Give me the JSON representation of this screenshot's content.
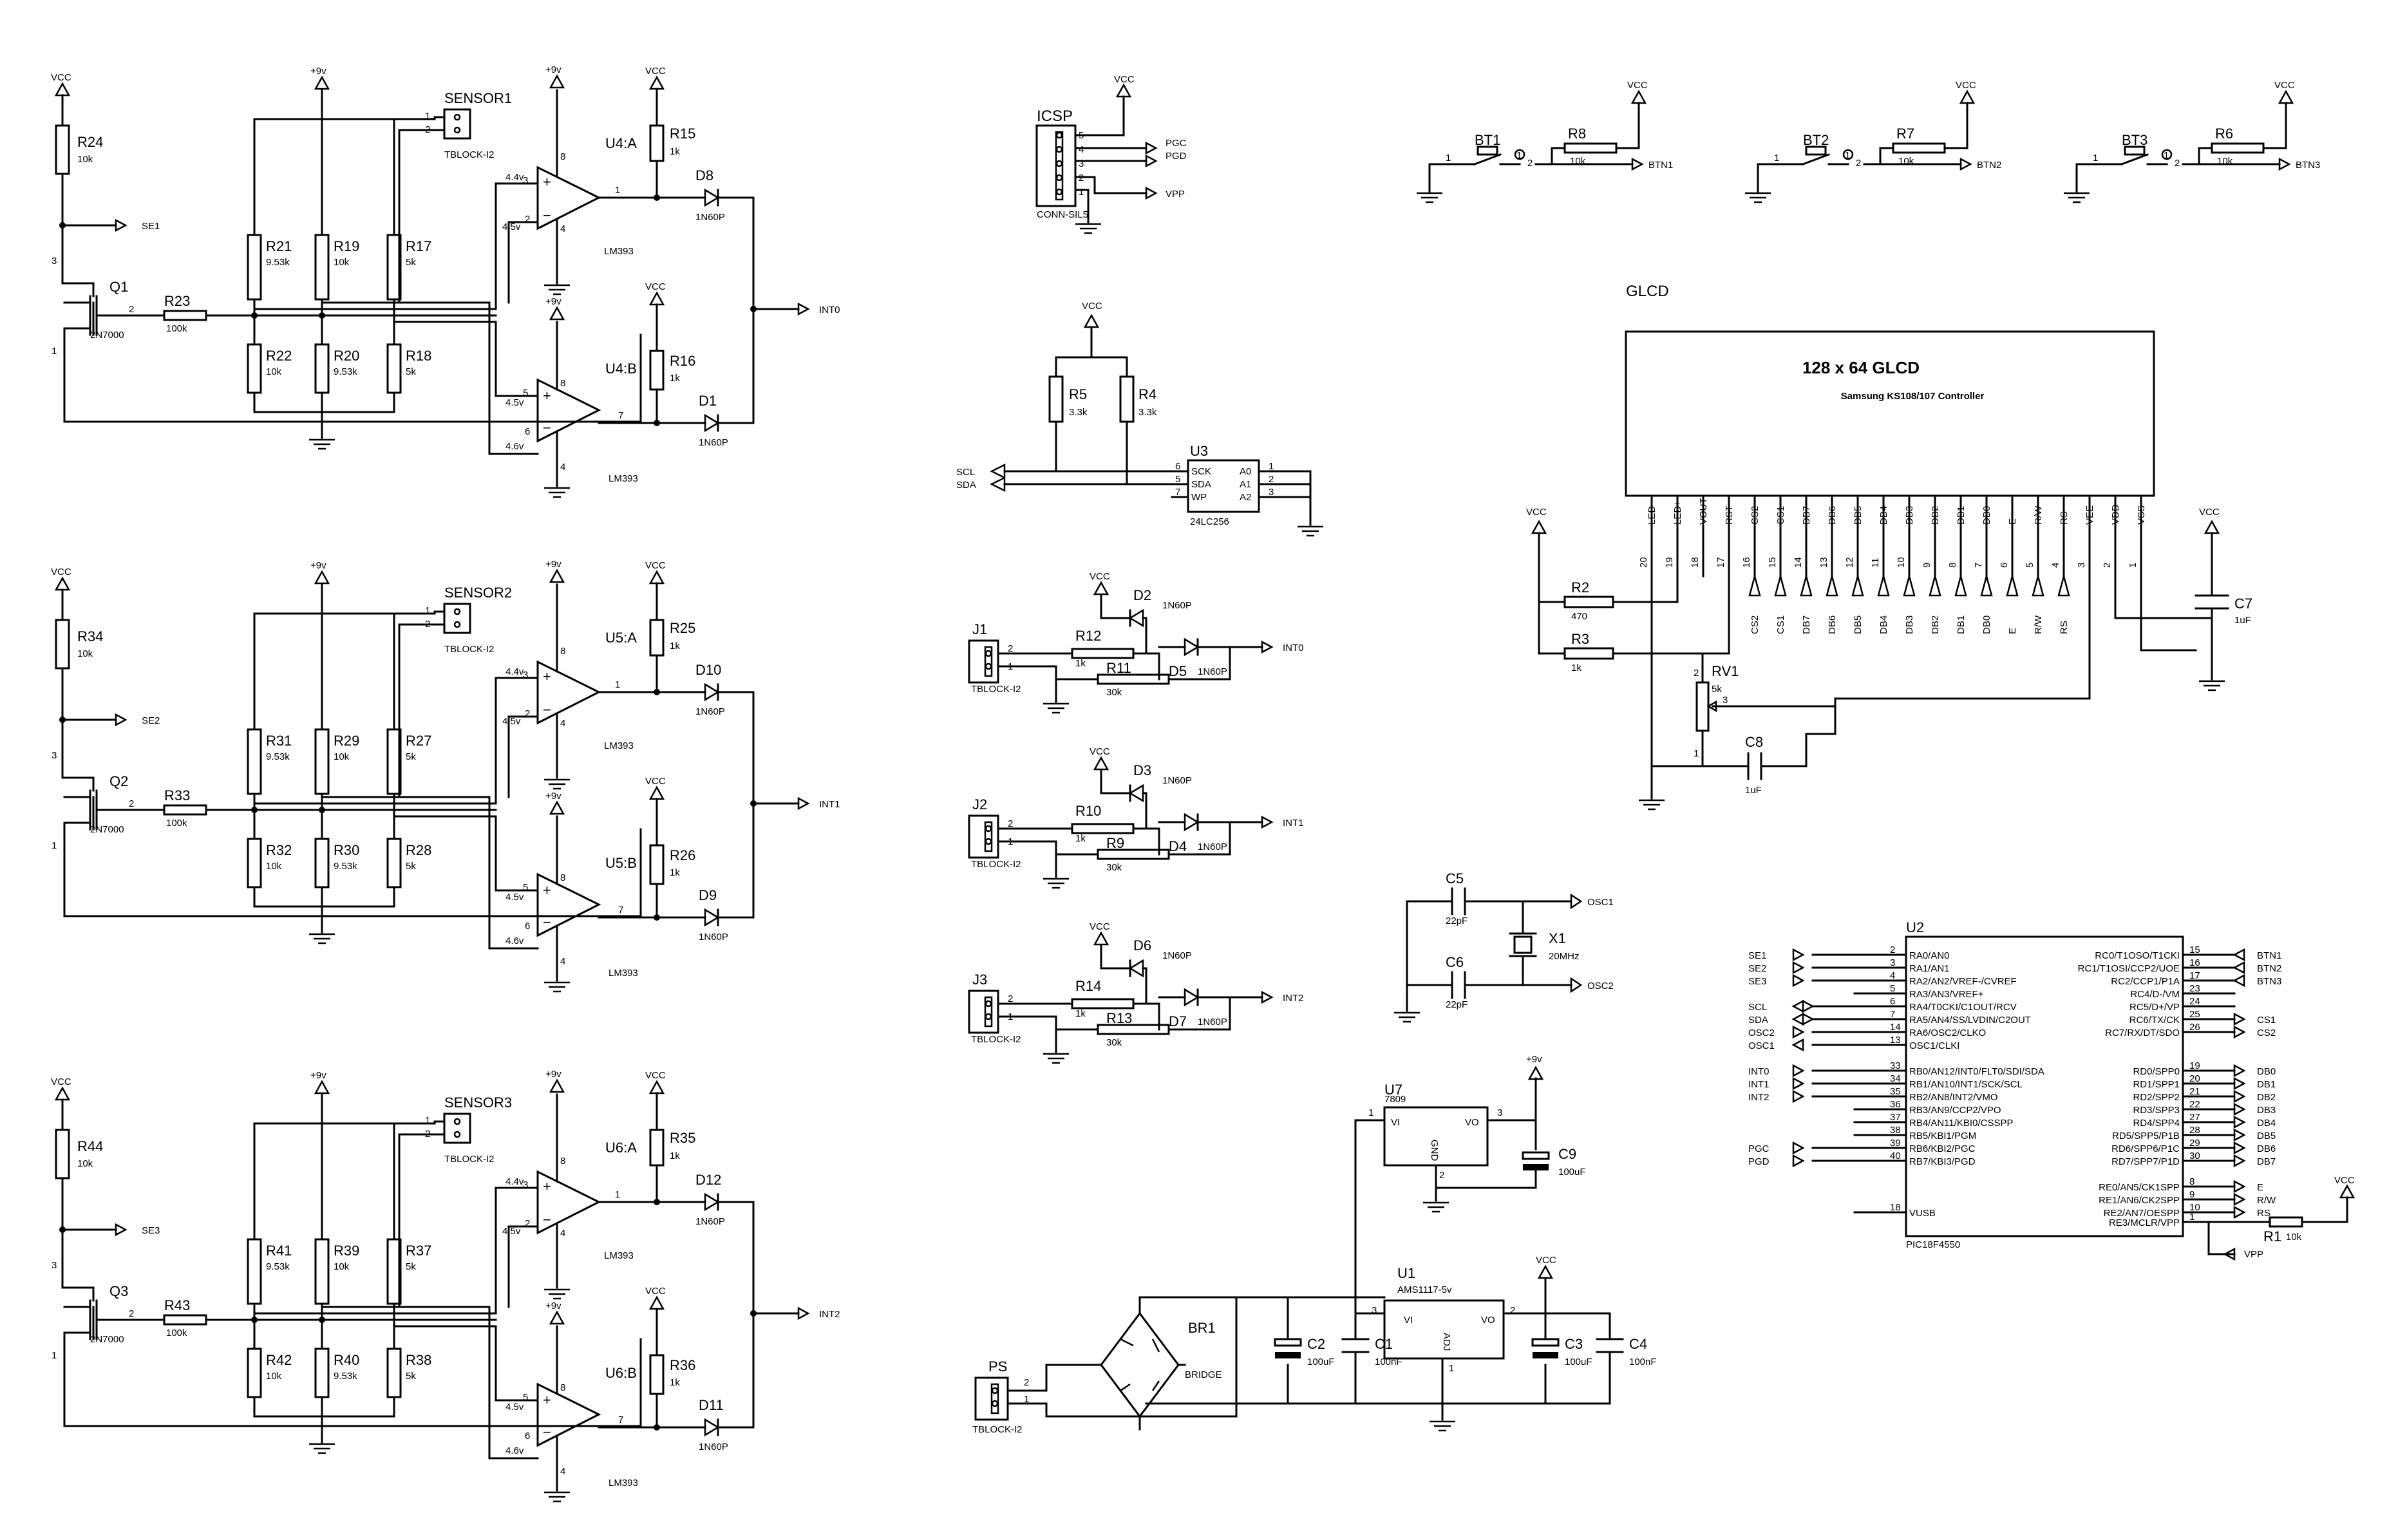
{
  "labels": {
    "vcc": "VCC",
    "p9v": "+9v",
    "gnd": "",
    "lm393": "LM393",
    "n2n7000": "2N7000",
    "tblock": "TBLOCK-I2",
    "diode": "1N60P",
    "v44": "4.4v",
    "v45": "4.5v",
    "v46": "4.6v",
    "p1": "1",
    "p2": "2",
    "p3": "3",
    "p4": "4",
    "p6": "6",
    "p7": "7",
    "p8": "8",
    "p5": "5"
  },
  "sensor_blocks": [
    {
      "vcc_res": "R24",
      "vcc_val": "10k",
      "se": "SE1",
      "q": "Q1",
      "rq": "R23",
      "rq_val": "100k",
      "ra": "R21",
      "ra_val": "9.53k",
      "rb": "R19",
      "rb_val": "10k",
      "rc": "R17",
      "rc_val": "5k",
      "rd": "R22",
      "rd_val": "10k",
      "re": "R20",
      "re_val": "9.53k",
      "rf": "R18",
      "rf_val": "5k",
      "sensor": "SENSOR1",
      "ua": "U4:A",
      "ub": "U4:B",
      "rpa": "R15",
      "rpa_val": "1k",
      "rpb": "R16",
      "rpb_val": "1k",
      "da": "D8",
      "db": "D1",
      "int": "INT0"
    },
    {
      "vcc_res": "R34",
      "vcc_val": "10k",
      "se": "SE2",
      "q": "Q2",
      "rq": "R33",
      "rq_val": "100k",
      "ra": "R31",
      "ra_val": "9.53k",
      "rb": "R29",
      "rb_val": "10k",
      "rc": "R27",
      "rc_val": "5k",
      "rd": "R32",
      "rd_val": "10k",
      "re": "R30",
      "re_val": "9.53k",
      "rf": "R28",
      "rf_val": "5k",
      "sensor": "SENSOR2",
      "ua": "U5:A",
      "ub": "U5:B",
      "rpa": "R25",
      "rpa_val": "1k",
      "rpb": "R26",
      "rpb_val": "1k",
      "da": "D10",
      "db": "D9",
      "int": "INT1"
    },
    {
      "vcc_res": "R44",
      "vcc_val": "10k",
      "se": "SE3",
      "q": "Q3",
      "rq": "R43",
      "rq_val": "100k",
      "ra": "R41",
      "ra_val": "9.53k",
      "rb": "R39",
      "rb_val": "10k",
      "rc": "R37",
      "rc_val": "5k",
      "rd": "R42",
      "rd_val": "10k",
      "re": "R40",
      "re_val": "9.53k",
      "rf": "R38",
      "rf_val": "5k",
      "sensor": "SENSOR3",
      "ua": "U6:A",
      "ub": "U6:B",
      "rpa": "R35",
      "rpa_val": "1k",
      "rpb": "R36",
      "rpb_val": "1k",
      "da": "D12",
      "db": "D11",
      "int": "INT2"
    }
  ],
  "icsp": {
    "name": "ICSP",
    "part": "CONN-SIL5",
    "pins": [
      "5",
      "4",
      "3",
      "2",
      "1"
    ],
    "nets": [
      "PGC",
      "PGD",
      "VPP"
    ]
  },
  "eeprom": {
    "name": "U3",
    "part": "24LC256",
    "r5": "R5",
    "r5_val": "3.3k",
    "r4": "R4",
    "r4_val": "3.3k",
    "scl": "SCL",
    "sda": "SDA",
    "left_pins": [
      "SCK",
      "SDA",
      "WP"
    ],
    "left_nums": [
      "6",
      "5",
      "7"
    ],
    "right_pins": [
      "A0",
      "A1",
      "A2"
    ],
    "right_nums": [
      "1",
      "2",
      "3"
    ]
  },
  "jacks": [
    {
      "j": "J1",
      "dz": "D2",
      "rs": "R12",
      "rs_val": "1k",
      "rl": "R11",
      "rl_val": "30k",
      "ds": "D5",
      "int": "INT0"
    },
    {
      "j": "J2",
      "dz": "D3",
      "rs": "R10",
      "rs_val": "1k",
      "rl": "R9",
      "rl_val": "30k",
      "ds": "D4",
      "int": "INT1"
    },
    {
      "j": "J3",
      "dz": "D6",
      "rs": "R14",
      "rs_val": "1k",
      "rl": "R13",
      "rl_val": "30k",
      "ds": "D7",
      "int": "INT2"
    }
  ],
  "buttons": [
    {
      "bt": "BT1",
      "r": "R8",
      "r_val": "10k",
      "net": "BTN1"
    },
    {
      "bt": "BT2",
      "r": "R7",
      "r_val": "10k",
      "net": "BTN2"
    },
    {
      "bt": "BT3",
      "r": "R6",
      "r_val": "10k",
      "net": "BTN3"
    }
  ],
  "glcd": {
    "label": "GLCD",
    "title": "128 x 64 GLCD",
    "subtitle": "Samsung KS108/107 Controller",
    "pin_names": [
      "LED-",
      "LED+",
      "VOUT",
      "RST",
      "CS2",
      "CS1",
      "DB7",
      "DB6",
      "DB5",
      "DB4",
      "DB3",
      "DB2",
      "DB1",
      "DB0",
      "E",
      "R/W",
      "RS",
      "VEE",
      "VDD",
      "VSS"
    ],
    "pin_nums": [
      "20",
      "19",
      "18",
      "17",
      "16",
      "15",
      "14",
      "13",
      "12",
      "11",
      "10",
      "9",
      "8",
      "7",
      "6",
      "5",
      "4",
      "3",
      "2",
      "1"
    ],
    "bus_labels": [
      "CS2",
      "CS1",
      "DB7",
      "DB6",
      "DB5",
      "DB4",
      "DB3",
      "DB2",
      "DB1",
      "DB0",
      "E",
      "R/W",
      "RS"
    ],
    "r2": "R2",
    "r2_val": "470",
    "r3": "R3",
    "r3_val": "1k",
    "rv1": "RV1",
    "rv1_val": "5k",
    "c8": "C8",
    "c8_val": "1uF",
    "c7": "C7",
    "c7_val": "1uF"
  },
  "osc": {
    "c5": "C5",
    "c5_val": "22pF",
    "c6": "C6",
    "c6_val": "22pF",
    "x1": "X1",
    "x1_val": "20MHz",
    "osc1": "OSC1",
    "osc2": "OSC2"
  },
  "mcu": {
    "name": "U2",
    "part": "PIC18F4550",
    "left": [
      {
        "net": "SE1",
        "num": "2",
        "pin": "RA0/AN0"
      },
      {
        "net": "SE2",
        "num": "3",
        "pin": "RA1/AN1"
      },
      {
        "net": "SE3",
        "num": "4",
        "pin": "RA2/AN2/VREF-/CVREF"
      },
      {
        "net": "",
        "num": "5",
        "pin": "RA3/AN3/VREF+"
      },
      {
        "net": "SCL",
        "num": "6",
        "pin": "RA4/T0CKI/C1OUT/RCV"
      },
      {
        "net": "SDA",
        "num": "7",
        "pin": "RA5/AN4/SS/LVDIN/C2OUT"
      },
      {
        "net": "OSC2",
        "num": "14",
        "pin": "RA6/OSC2/CLKO"
      },
      {
        "net": "OSC1",
        "num": "13",
        "pin": "OSC1/CLKI"
      },
      {
        "net": "INT0",
        "num": "33",
        "pin": "RB0/AN12/INT0/FLT0/SDI/SDA"
      },
      {
        "net": "INT1",
        "num": "34",
        "pin": "RB1/AN10/INT1/SCK/SCL"
      },
      {
        "net": "INT2",
        "num": "35",
        "pin": "RB2/AN8/INT2/VMO"
      },
      {
        "net": "",
        "num": "36",
        "pin": "RB3/AN9/CCP2/VPO"
      },
      {
        "net": "",
        "num": "37",
        "pin": "RB4/AN11/KBI0/CSSPP"
      },
      {
        "net": "",
        "num": "38",
        "pin": "RB5/KBI1/PGM"
      },
      {
        "net": "PGC",
        "num": "39",
        "pin": "RB6/KBI2/PGC"
      },
      {
        "net": "PGD",
        "num": "40",
        "pin": "RB7/KBI3/PGD"
      },
      {
        "net": "",
        "num": "18",
        "pin": "VUSB"
      }
    ],
    "right": [
      {
        "net": "BTN1",
        "num": "15",
        "pin": "RC0/T1OSO/T1CKI"
      },
      {
        "net": "BTN2",
        "num": "16",
        "pin": "RC1/T1OSI/CCP2/UOE"
      },
      {
        "net": "BTN3",
        "num": "17",
        "pin": "RC2/CCP1/P1A"
      },
      {
        "net": "",
        "num": "23",
        "pin": "RC4/D-/VM"
      },
      {
        "net": "",
        "num": "24",
        "pin": "RC5/D+/VP"
      },
      {
        "net": "CS1",
        "num": "25",
        "pin": "RC6/TX/CK"
      },
      {
        "net": "CS2",
        "num": "26",
        "pin": "RC7/RX/DT/SDO"
      },
      {
        "net": "DB0",
        "num": "19",
        "pin": "RD0/SPP0"
      },
      {
        "net": "DB1",
        "num": "20",
        "pin": "RD1/SPP1"
      },
      {
        "net": "DB2",
        "num": "21",
        "pin": "RD2/SPP2"
      },
      {
        "net": "DB3",
        "num": "22",
        "pin": "RD3/SPP3"
      },
      {
        "net": "DB4",
        "num": "27",
        "pin": "RD4/SPP4"
      },
      {
        "net": "DB5",
        "num": "28",
        "pin": "RD5/SPP5/P1B"
      },
      {
        "net": "DB6",
        "num": "29",
        "pin": "RD6/SPP6/P1C"
      },
      {
        "net": "DB7",
        "num": "30",
        "pin": "RD7/SPP7/P1D"
      },
      {
        "net": "E",
        "num": "8",
        "pin": "RE0/AN5/CK1SPP"
      },
      {
        "net": "R/W",
        "num": "9",
        "pin": "RE1/AN6/CK2SPP"
      },
      {
        "net": "RS",
        "num": "10",
        "pin": "RE2/AN7/OESPP"
      },
      {
        "net": "",
        "num": "1",
        "pin": "RE3/MCLR/VPP"
      }
    ],
    "r1": "R1",
    "r1_val": "10k",
    "vpp": "VPP"
  },
  "power": {
    "u7": "U7",
    "u7_part": "7809",
    "vi": "VI",
    "vo": "VO",
    "gnd_pin": "GND",
    "c9": "C9",
    "c9_val": "100uF",
    "u1": "U1",
    "u1_part": "AMS1117-5v",
    "adj": "ADJ",
    "c1": "C1",
    "c1_val": "100nF",
    "c2": "C2",
    "c2_val": "100uF",
    "c3": "C3",
    "c3_val": "100uF",
    "c4": "C4",
    "c4_val": "100nF",
    "br1": "BR1",
    "bridge": "BRIDGE",
    "ps": "PS"
  }
}
